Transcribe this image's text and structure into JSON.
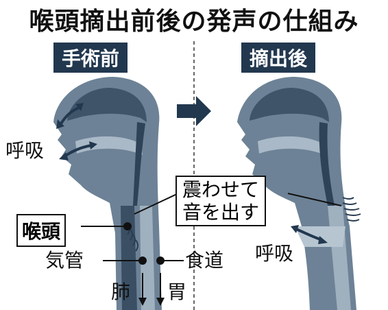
{
  "title": "喉頭摘出前後の発声の仕組み",
  "panels": {
    "before": {
      "tag": "手術前"
    },
    "after": {
      "tag": "摘出後"
    }
  },
  "labels": {
    "breathing_before": "呼吸",
    "larynx": "喉頭",
    "trachea": "気管",
    "esophagus": "食道",
    "lungs": "肺",
    "stomach": "胃",
    "breathing_after": "呼吸"
  },
  "callout": {
    "line1": "震わせて",
    "line2": "音を出す"
  },
  "colors": {
    "tag_bg": "#22384f",
    "head_dark": "#4f6478",
    "head_mid": "#7f93a6",
    "head_light": "#b7c5d1",
    "accent": "#2a3d52"
  }
}
